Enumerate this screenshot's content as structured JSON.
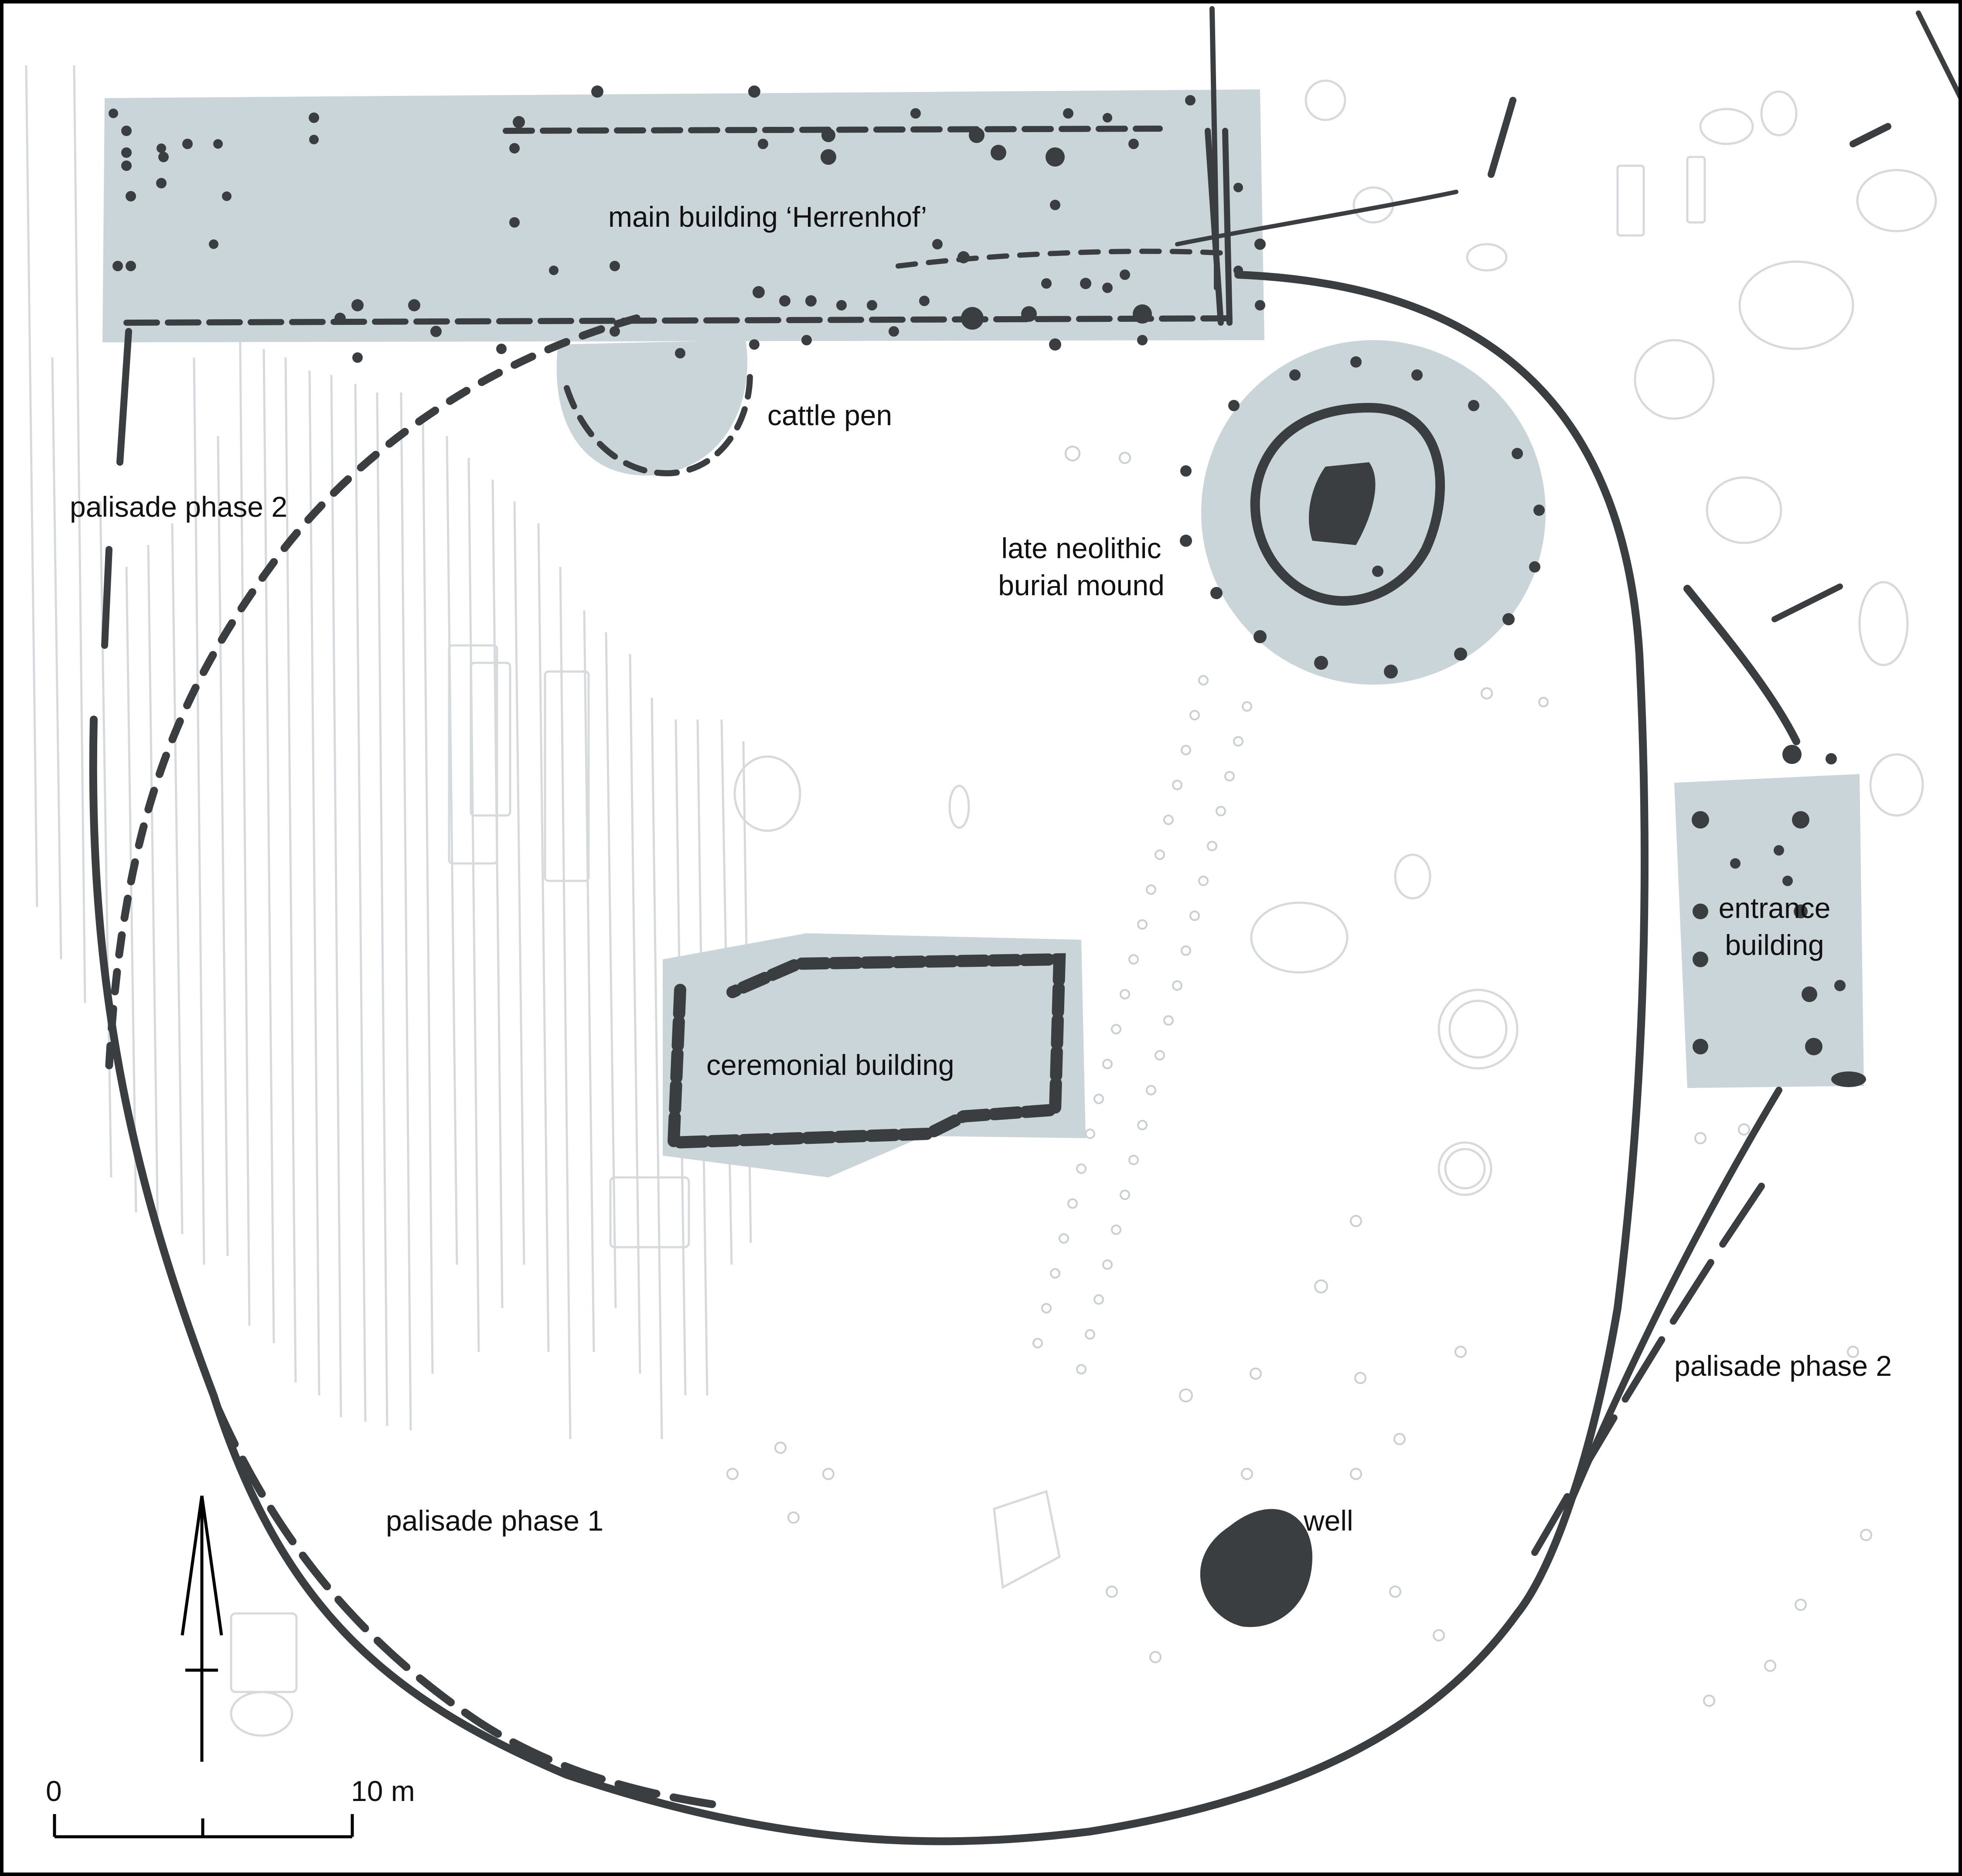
{
  "labels": {
    "main_building": "main building ‘Herrenhof’",
    "cattle_pen": "cattle pen",
    "palisade_phase2_west": "palisade phase 2",
    "burial_mound_line1": "late neolithic",
    "burial_mound_line2": "burial mound",
    "entrance_line1": "entrance",
    "entrance_line2": "building",
    "ceremonial_building": "ceremonial building",
    "palisade_phase2_east": "palisade phase 2",
    "well": "well",
    "palisade_phase1": "palisade phase 1"
  },
  "scale_bar": {
    "start_label": "0",
    "end_label": "10 m"
  },
  "north_arrow": {
    "icon": "north-arrow-icon"
  },
  "colors": {
    "highlight_fill": "#c9d5d9",
    "feature_dark": "#3a3e40",
    "background_trace": "#d6dadc",
    "frame": "#000000"
  }
}
